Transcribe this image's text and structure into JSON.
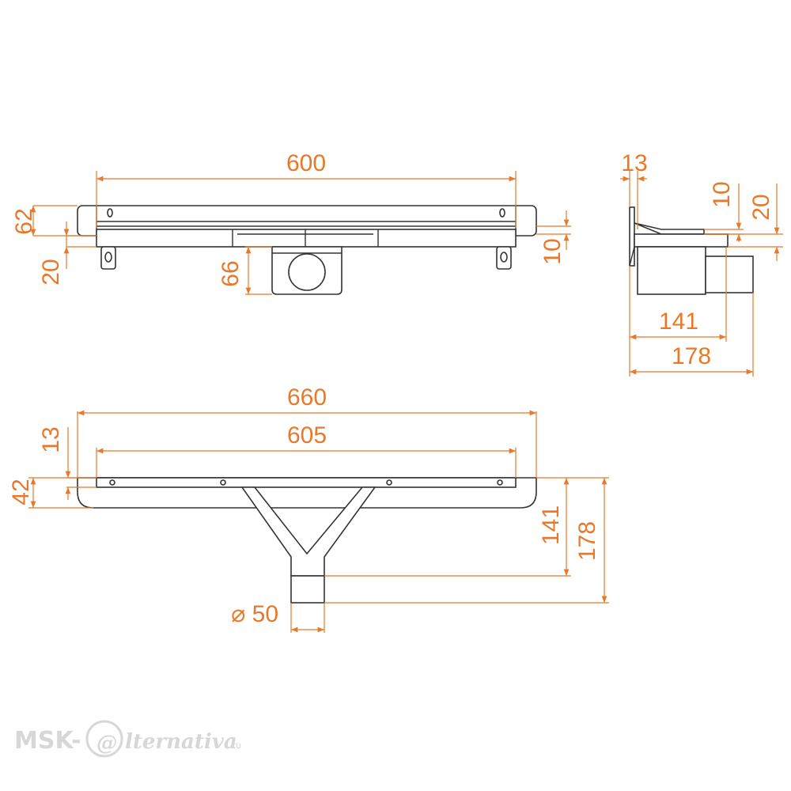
{
  "accent_color": "#e8782a",
  "line_color": "#333333",
  "top_view": {
    "width_label": "600",
    "height_label": "62",
    "flange_label": "20",
    "outlet_label": "66",
    "rim_label": "10"
  },
  "side_view": {
    "top_label": "13",
    "small_label": "10",
    "height_label": "20",
    "depth_label": "141",
    "total_label": "178"
  },
  "front_view": {
    "overall_label": "660",
    "inner_label": "605",
    "top_label": "13",
    "height_label": "42",
    "depth_label": "141",
    "total_label": "178",
    "pipe_label": "⌀ 50"
  },
  "watermark": {
    "prefix": "MSK-",
    "at_sign": "@",
    "suffix": "lternativa",
    "tld": ".ru"
  }
}
